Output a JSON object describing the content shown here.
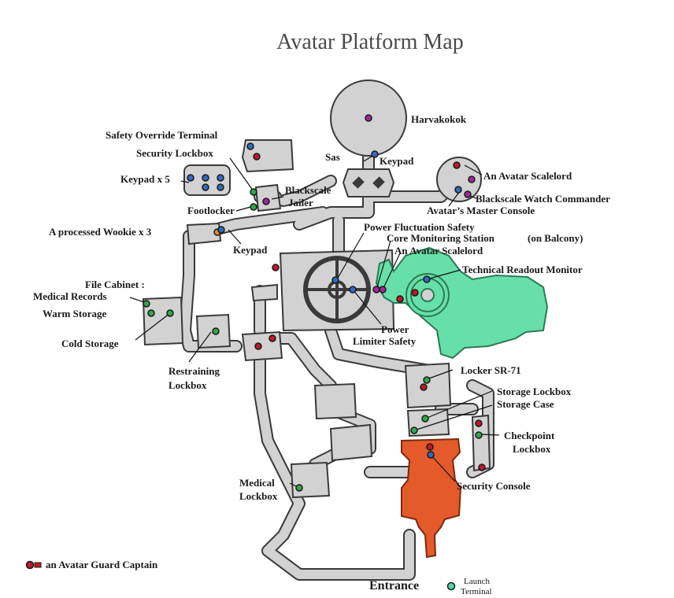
{
  "title": "Avatar Platform Map",
  "colors": {
    "red_marker": "#c0182a",
    "green_marker": "#2fa84a",
    "blue_marker": "#2f6cc0",
    "purple_marker": "#a0289a",
    "orange_marker": "#e08a20",
    "teal_marker": "#56d6a6",
    "floor": "#d2d2d2",
    "green_zone": "#66e0a8",
    "orange_zone": "#e45a2b"
  },
  "labels": {
    "harvakokok": "Harvakokok",
    "safety_override_terminal": "Safety Override Terminal",
    "security_lockbox": "Security Lockbox",
    "sas": "Sas",
    "keypad_top": "Keypad",
    "avatar_scalelord_top": "An Avatar Scalelord",
    "keypad_x5": "Keypad x 5",
    "blackscale_jailer_1": "Blackscale",
    "blackscale_jailer_2": "Jailer",
    "blackscale_watch_commander": "Blackscale Watch Commander",
    "avatars_master_console": "Avatar’s Master Console",
    "footlocker": "Footlocker",
    "processed_wookie": "A processed Wookie x 3",
    "power_fluctuation_safety": "Power Fluctuation Safety",
    "core_monitoring_station": "Core Monitoring Station",
    "on_balcony": "(on Balcony)",
    "keypad_left": "Keypad",
    "avatar_scalelord_mid": "An Avatar Scalelord",
    "technical_readout_monitor": "Technical Readout Monitor",
    "file_cabinet_1": "File Cabinet :",
    "file_cabinet_2": "Medical Records",
    "warm_storage": "Warm Storage",
    "cold_storage": "Cold Storage",
    "power_limiter_1": "Power",
    "power_limiter_2": "Limiter Safety",
    "restraining_1": "Restraining",
    "restraining_2": "Lockbox",
    "locker_sr71": "Locker SR-71",
    "storage_lockbox": "Storage Lockbox",
    "storage_case": "Storage Case",
    "checkpoint_1": "Checkpoint",
    "checkpoint_2": "Lockbox",
    "medical_1": "Medical",
    "medical_2": "Lockbox",
    "security_console": "Security Console"
  },
  "legend": {
    "guard_captain": "an Avatar Guard Captain",
    "entrance": "Entrance",
    "launch_1": "Launch",
    "launch_2": "Terminal"
  }
}
